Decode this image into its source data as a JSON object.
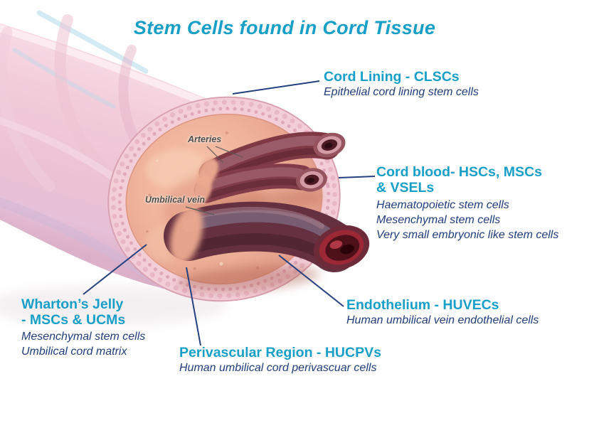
{
  "title": "Stem Cells found in Cord Tissue",
  "colors": {
    "accent_teal": "#189fc8",
    "navy_text": "#213e7b",
    "leader_line": "#24407e",
    "inner_label_gray": "#4f4f4f"
  },
  "labels": {
    "cord_lining": {
      "heading": "Cord Lining - CLSCs",
      "sub": "Epithelial cord lining stem cells"
    },
    "cord_blood": {
      "heading1": "Cord blood- HSCs, MSCs",
      "heading2": "& VSELs",
      "sub1": "Haematopoietic stem cells",
      "sub2": "Mesenchymal stem cells",
      "sub3": "Very small embryonic like stem cells"
    },
    "whartons_jelly": {
      "heading1": "Wharton’s Jelly",
      "heading2": "- MSCs & UCMs",
      "sub1": "Mesenchymal stem cells",
      "sub2": "Umbilical cord matrix"
    },
    "endothelium": {
      "heading": "Endothelium - HUVECs",
      "sub": "Human umbilical vein endothelial cells"
    },
    "perivascular": {
      "heading": "Perivascular Region - HUCPVs",
      "sub": "Human umbilical cord perivascuar cells"
    }
  },
  "illustration_labels": {
    "arteries": "Arteries",
    "umbilical_vein": "Umbilical vein"
  }
}
